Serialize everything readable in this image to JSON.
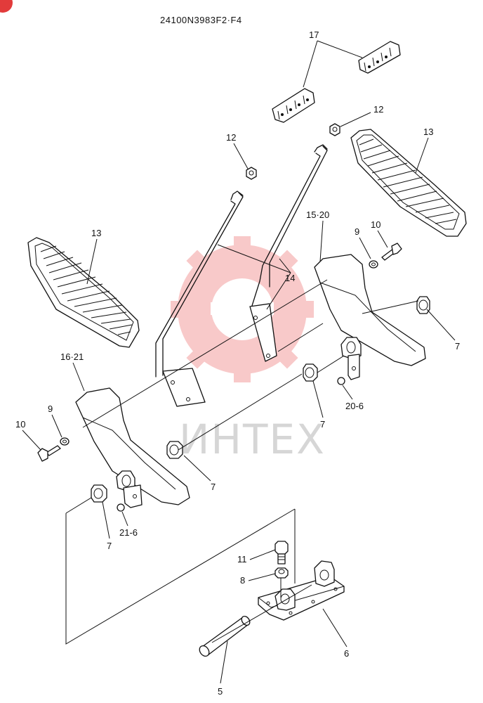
{
  "drawing_code": "24100N3983F2·F4",
  "watermark_text": "ИНТЕХ",
  "watermark_color": "#f08a8a",
  "corner_badge_color": "#e23b3b",
  "callouts": {
    "p17": "17",
    "p12a": "12",
    "p12b": "12",
    "p13a": "13",
    "p13b": "13",
    "p14": "14",
    "p15_20": "15·20",
    "p9a": "9",
    "p10a": "10",
    "p7a": "7",
    "p16_21": "16·21",
    "p9b": "9",
    "p10b": "10",
    "p7b": "7",
    "p20_6": "20-6",
    "p7c": "7",
    "p21_6": "21-6",
    "p7d": "7",
    "p11": "11",
    "p8": "8",
    "p6": "6",
    "p5": "5"
  }
}
